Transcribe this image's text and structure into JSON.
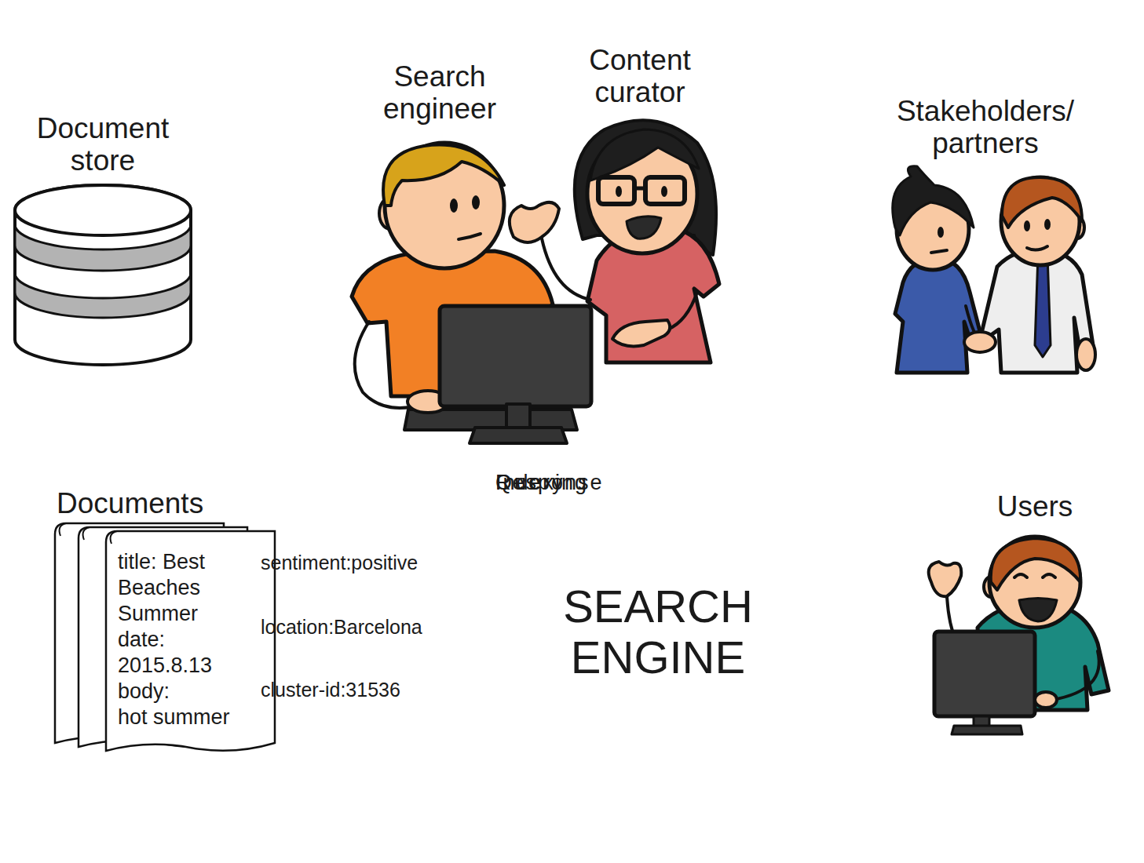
{
  "diagram": {
    "nodes": [
      {
        "text": [
          "Document store"
        ]
      },
      {
        "text": [
          "Search engineer"
        ]
      },
      {
        "text": [
          "Content curator"
        ]
      },
      {
        "text": [
          "Stakeholders/ partners"
        ]
      },
      {
        "text": [
          "Documents",
          "title: Best Beaches Summer",
          "date: 2015.8.13",
          "body:",
          "hot summer"
        ]
      },
      {
        "text": [
          "sentiment:positive"
        ]
      },
      {
        "text": [
          "location:Barcelona"
        ]
      },
      {
        "text": [
          "cluster-id:31536"
        ]
      },
      {
        "text": [
          "SEARCH ENGINE",
          "Indexing",
          "Query",
          "Response"
        ]
      },
      {
        "text": [
          "Users"
        ]
      }
    ],
    "edges": [
      {
        "from": 1,
        "to": 0,
        "arrow": "to"
      },
      {
        "from": 0,
        "to": 4,
        "arrow": "to"
      },
      {
        "from": 1,
        "to": 4,
        "arrow": "to"
      },
      {
        "from": 1,
        "to": 8,
        "arrow": "to"
      },
      {
        "from": 8,
        "to": 2,
        "arrow": "to"
      },
      {
        "from": 3,
        "to": 2,
        "arrow": "to"
      },
      {
        "from": 9,
        "to": 8,
        "arrow": "to"
      },
      {
        "from": 8,
        "to": 9,
        "arrow": "to"
      },
      {
        "from": 4,
        "to": 8,
        "arrow": "to"
      }
    ]
  }
}
